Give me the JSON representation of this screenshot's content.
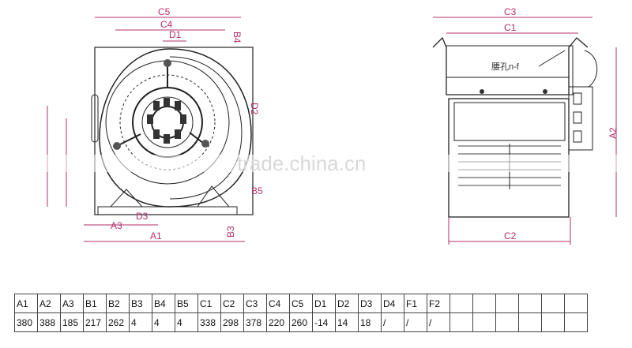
{
  "watermark": "trade.china.cn",
  "front_view": {
    "labels": {
      "c5": "C5",
      "c4": "C4",
      "d1": "D1",
      "b4": "B4",
      "d2": "D2",
      "b5": "B5",
      "d3": "D3",
      "a3": "A3",
      "a1": "A1",
      "b3": "B3"
    }
  },
  "side_view": {
    "labels": {
      "c3": "C3",
      "c1": "C1",
      "a2": "A2",
      "c2": "C2"
    },
    "hole_note": "腰孔n-f"
  },
  "spec_table": {
    "headers": [
      "A1",
      "A2",
      "A3",
      "B1",
      "B2",
      "B3",
      "B4",
      "B5",
      "C1",
      "C2",
      "C3",
      "C4",
      "C5",
      "D1",
      "D2",
      "D3",
      "D4",
      "F1",
      "F2",
      "",
      "",
      "",
      "",
      "",
      ""
    ],
    "values": [
      "380",
      "388",
      "185",
      "217",
      "262",
      "4",
      "4",
      "4",
      "338",
      "298",
      "378",
      "220",
      "260",
      "-14",
      "14",
      "18",
      "/",
      "/",
      "/",
      "",
      "",
      "",
      "",
      "",
      ""
    ]
  }
}
